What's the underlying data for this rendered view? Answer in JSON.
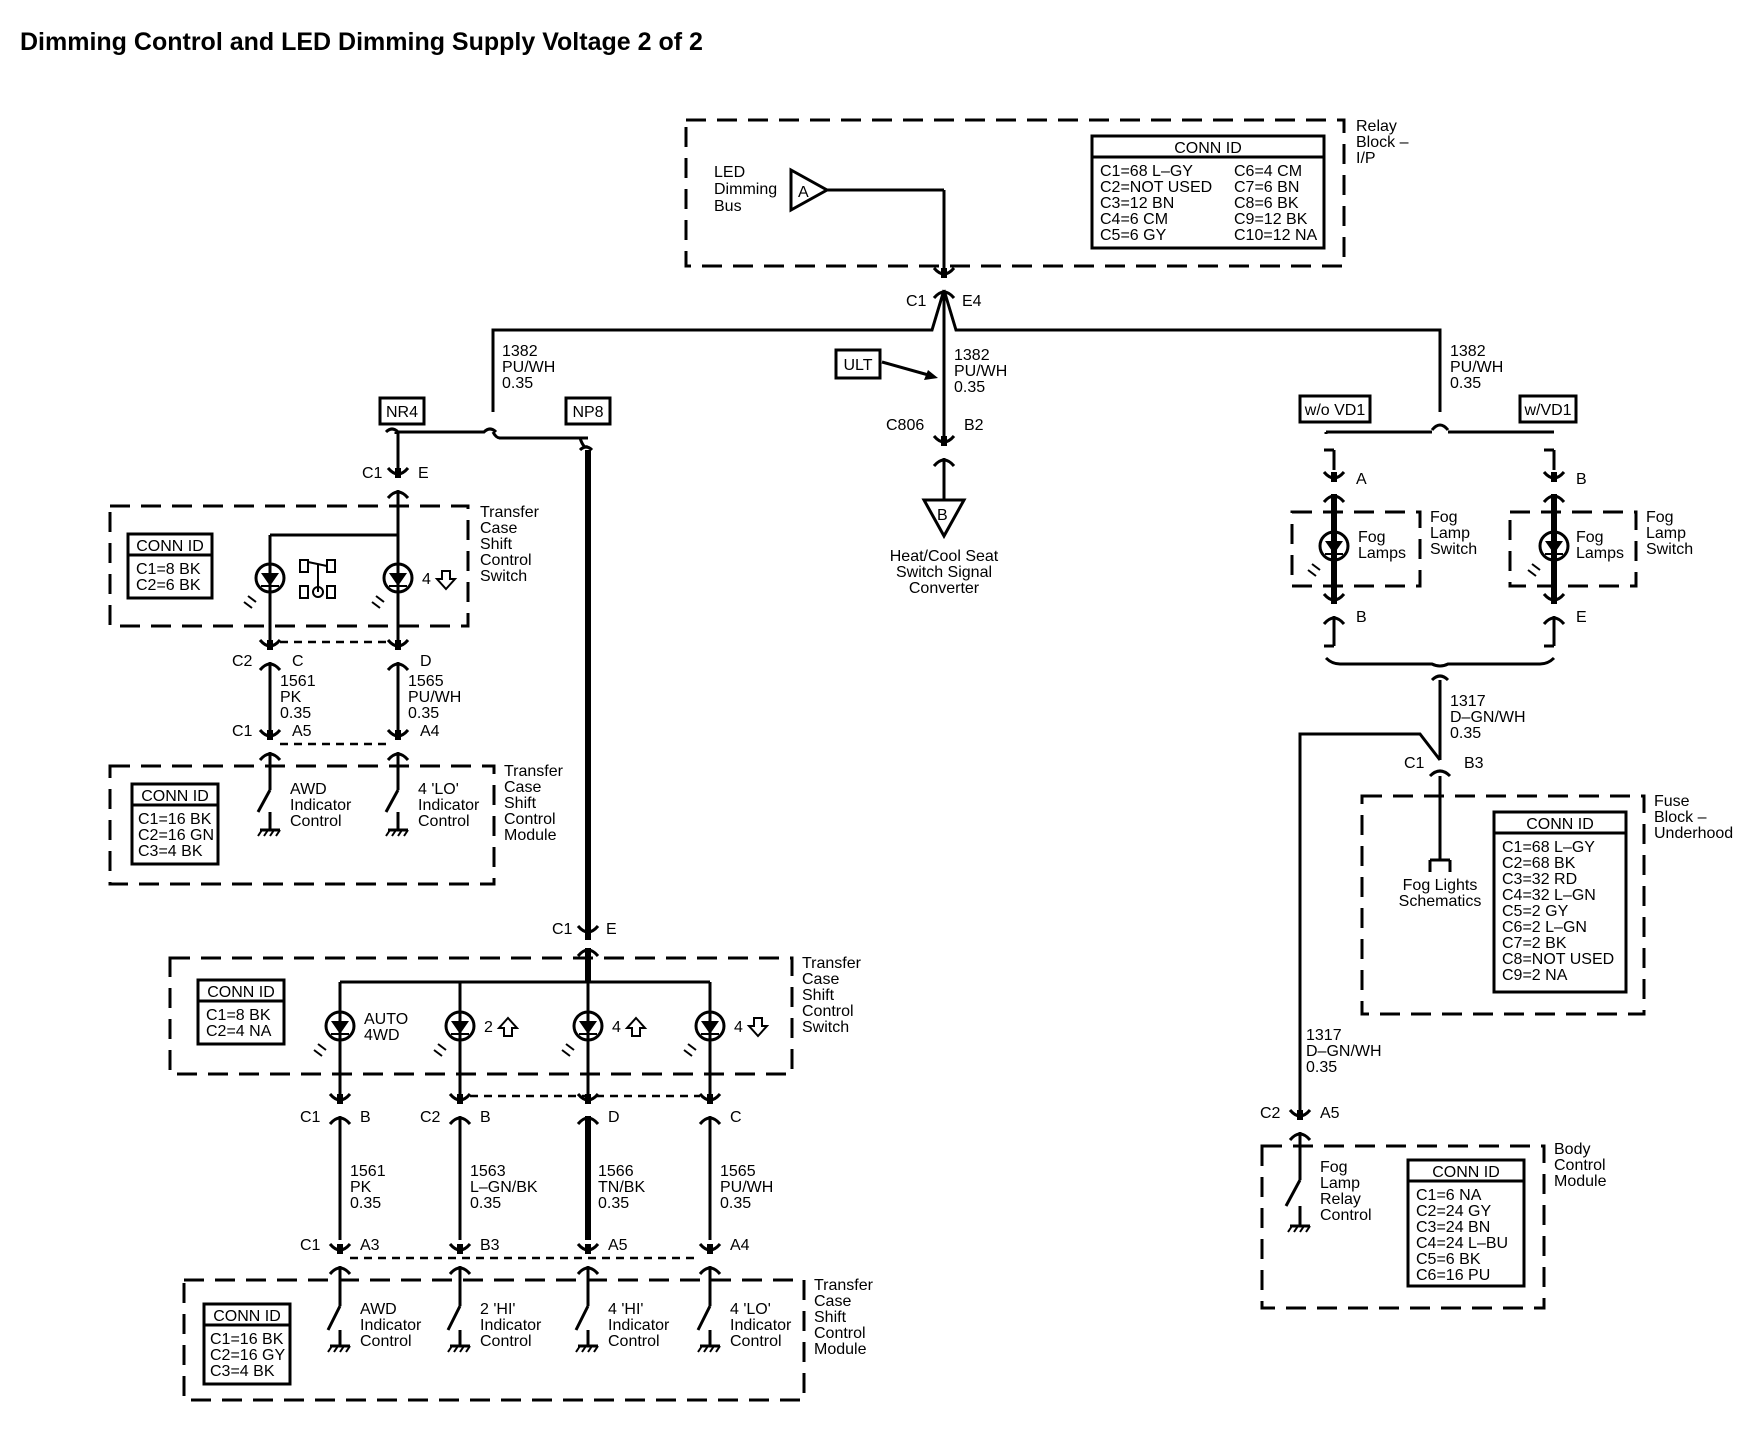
{
  "title": "Dimming Control and LED Dimming Supply Voltage 2 of 2",
  "relay_block": {
    "label": [
      "Relay",
      "Block –",
      "I/P"
    ],
    "bus_label": [
      "LED",
      "Dimming",
      "Bus"
    ],
    "bus_ref": "A",
    "conn_id": {
      "header": "CONN ID",
      "col1": [
        "C1=68 L–GY",
        "C2=NOT USED",
        "C3=12 BN",
        "C4=6 CM",
        "C5=6 GY"
      ],
      "col2": [
        "C6=4 CM",
        "C7=6 BN",
        "C8=6 BK",
        "C9=12 BK",
        "C10=12 NA"
      ]
    },
    "conn_left": "C1",
    "conn_right": "E4"
  },
  "wires": {
    "left": [
      "1382",
      "PU/WH",
      "0.35"
    ],
    "center": [
      "1382",
      "PU/WH",
      "0.35"
    ],
    "right": [
      "1382",
      "PU/WH",
      "0.35"
    ],
    "fog_out": [
      "1317",
      "D–GN/WH",
      "0.35"
    ],
    "bcm": [
      "1317",
      "D–GN/WH",
      "0.35"
    ],
    "w1561a": [
      "1561",
      "PK",
      "0.35"
    ],
    "w1565a": [
      "1565",
      "PU/WH",
      "0.35"
    ],
    "w1561b": [
      "1561",
      "PK",
      "0.35"
    ],
    "w1563": [
      "1563",
      "L–GN/BK",
      "0.35"
    ],
    "w1566": [
      "1566",
      "TN/BK",
      "0.35"
    ],
    "w1565b": [
      "1565",
      "PU/WH",
      "0.35"
    ]
  },
  "options": {
    "nr4": "NR4",
    "np8": "NP8",
    "ult": "ULT",
    "wo_vd1": "w/o VD1",
    "w_vd1": "w/VD1"
  },
  "heat_cool": {
    "conn": "C806",
    "pin": "B2",
    "ref": "B",
    "label": [
      "Heat/Cool Seat",
      "Switch Signal",
      "Converter"
    ]
  },
  "tccs_upper": {
    "conn_top": "C1",
    "pin_top": "E",
    "label": [
      "Transfer",
      "Case",
      "Shift",
      "Control",
      "Switch"
    ],
    "conn_id": {
      "header": "CONN ID",
      "lines": [
        "C1=8 BK",
        "C2=6 BK"
      ]
    },
    "lamp_text": "4",
    "conn_bottom": "C2",
    "pin_c": "C",
    "pin_d": "D"
  },
  "tccm_upper": {
    "conn": "C1",
    "pin_a5": "A5",
    "pin_a4": "A4",
    "label": [
      "Transfer",
      "Case",
      "Shift",
      "Control",
      "Module"
    ],
    "conn_id": {
      "header": "CONN ID",
      "lines": [
        "C1=16 BK",
        "C2=16 GN",
        "C3=4 BK"
      ]
    },
    "sw1": [
      "AWD",
      "Indicator",
      "Control"
    ],
    "sw2": [
      "4 'LO'",
      "Indicator",
      "Control"
    ]
  },
  "tccs_lower": {
    "conn_top": "C1",
    "pin_top": "E",
    "label": [
      "Transfer",
      "Case",
      "Shift",
      "Control",
      "Switch"
    ],
    "conn_id": {
      "header": "CONN ID",
      "lines": [
        "C1=8 BK",
        "C2=4 NA"
      ]
    },
    "lamp1": [
      "AUTO",
      "4WD"
    ],
    "lamp2": "2",
    "lamp3": "4",
    "lamp4": "4",
    "conn_c1": "C1",
    "conn_c2": "C2",
    "pins": [
      "B",
      "B",
      "D",
      "C"
    ]
  },
  "tccm_lower": {
    "conn": "C1",
    "pins": [
      "A3",
      "B3",
      "A5",
      "A4"
    ],
    "label": [
      "Transfer",
      "Case",
      "Shift",
      "Control",
      "Module"
    ],
    "conn_id": {
      "header": "CONN ID",
      "lines": [
        "C1=16 BK",
        "C2=16 GY",
        "C3=4 BK"
      ]
    },
    "sw1": [
      "AWD",
      "Indicator",
      "Control"
    ],
    "sw2": [
      "2 'HI'",
      "Indicator",
      "Control"
    ],
    "sw3": [
      "4 'HI'",
      "Indicator",
      "Control"
    ],
    "sw4": [
      "4 'LO'",
      "Indicator",
      "Control"
    ]
  },
  "fog_left": {
    "pin_top": "A",
    "pin_bottom": "B",
    "lamp": [
      "Fog",
      "Lamps"
    ],
    "label": [
      "Fog",
      "Lamp",
      "Switch"
    ]
  },
  "fog_right": {
    "pin_top": "B",
    "pin_bottom": "E",
    "lamp": [
      "Fog",
      "Lamps"
    ],
    "label": [
      "Fog",
      "Lamp",
      "Switch"
    ]
  },
  "fuse_block": {
    "conn": "C1",
    "pin": "B3",
    "label": [
      "Fuse",
      "Block –",
      "Underhood"
    ],
    "sub": [
      "Fog Lights",
      "Schematics"
    ],
    "conn_id": {
      "header": "CONN ID",
      "lines": [
        "C1=68 L–GY",
        "C2=68 BK",
        "C3=32 RD",
        "C4=32 L–GN",
        "C5=2 GY",
        "C6=2 L–GN",
        "C7=2 BK",
        "C8=NOT USED",
        "C9=2 NA"
      ]
    }
  },
  "bcm": {
    "conn": "C2",
    "pin": "A5",
    "label": [
      "Body",
      "Control",
      "Module"
    ],
    "sw": [
      "Fog",
      "Lamp",
      "Relay",
      "Control"
    ],
    "conn_id": {
      "header": "CONN ID",
      "lines": [
        "C1=6 NA",
        "C2=24 GY",
        "C3=24 BN",
        "C4=24 L–BU",
        "C5=6 BK",
        "C6=16 PU"
      ]
    }
  }
}
